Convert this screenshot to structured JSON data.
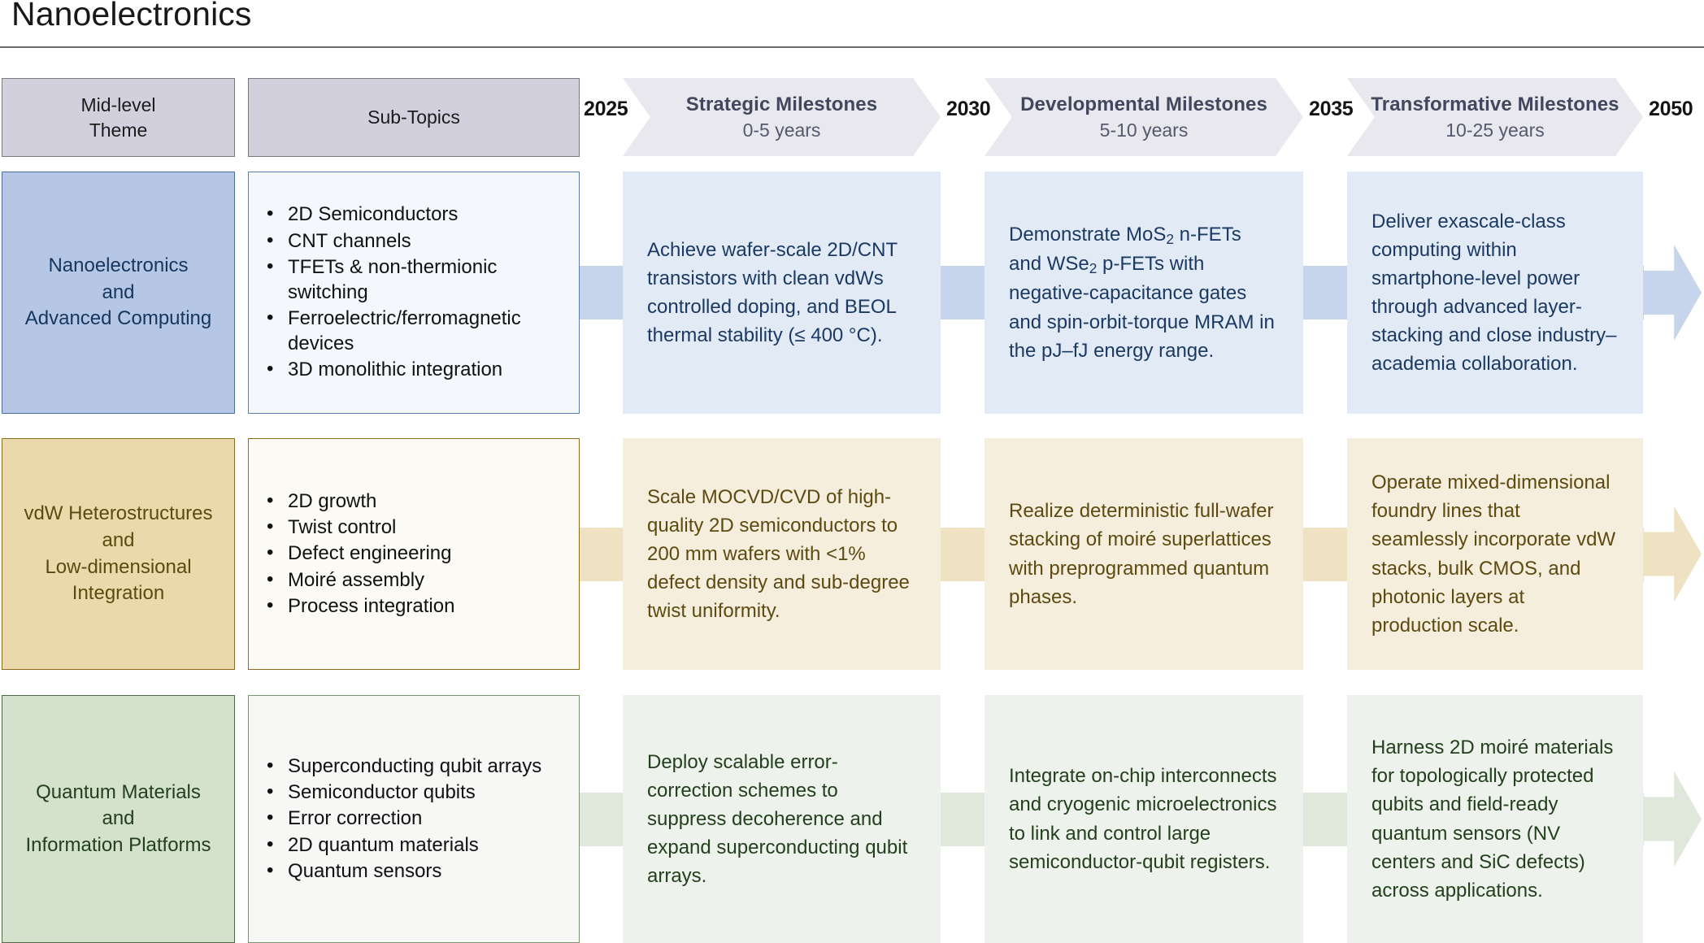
{
  "title": "Nanoelectronics",
  "header": {
    "theme_label": "Mid-level\nTheme",
    "subtopics_label": "Sub-Topics",
    "years": [
      "2025",
      "2030",
      "2035",
      "2050"
    ],
    "milestones": [
      {
        "title": "Strategic Milestones",
        "horizon": "0-5 years"
      },
      {
        "title": "Developmental Milestones",
        "horizon": "5-10 years"
      },
      {
        "title": "Transformative Milestones",
        "horizon": "10-25 years"
      }
    ]
  },
  "colors": {
    "header_fill": "#d2d0dd",
    "header_border": "#7b7b7b",
    "chevron_fill": "#e8e8ee",
    "chevron_text": "#43475e",
    "row_blue": {
      "theme_fill": "#b6c7e5",
      "theme_border": "#4a6ea8",
      "theme_text": "#15365e",
      "sub_fill": "#f4f8fc",
      "sub_border": "#5b7fb4",
      "cell_fill": "#e2eaf6",
      "cell_text": "#1b3a63",
      "band": "#c7d5ec",
      "arrow": "#c7d5ec"
    },
    "row_gold": {
      "theme_fill": "#ead9ab",
      "theme_border": "#8a6d1d",
      "theme_text": "#5c4a10",
      "sub_fill": "#fbfaf4",
      "sub_border": "#8a6d1d",
      "cell_fill": "#f6eedd",
      "cell_text": "#5c4a10",
      "band": "#efe2c2",
      "arrow": "#efe2c2"
    },
    "row_green": {
      "theme_fill": "#d4e1cd",
      "theme_border": "#4e6b45",
      "theme_text": "#23401c",
      "sub_fill": "#f7f8f6",
      "sub_border": "#7b9472",
      "cell_fill": "#eef2ec",
      "cell_text": "#23401c",
      "band": "#dfe8da",
      "arrow": "#dfe8da"
    }
  },
  "rows": [
    {
      "theme": "Nanoelectronics\nand\nAdvanced Computing",
      "subtopics": [
        "2D Semiconductors",
        "CNT channels",
        "TFETs & non-thermionic switching",
        "Ferroelectric/ferromagnetic devices",
        "3D monolithic integration"
      ],
      "cells": [
        "Achieve wafer-scale 2D/CNT transistors with clean vdWs controlled doping, and BEOL thermal stability (≤ 400 °C).",
        "Demonstrate MoS<sub>2</sub> n-FETs and WSe<sub>2</sub> p-FETs with negative-capacitance gates and spin-orbit-torque MRAM in the pJ–fJ energy range.",
        "Deliver exascale-class computing within smartphone-level power through advanced layer-stacking and close industry–academia collaboration."
      ]
    },
    {
      "theme": "vdW Heterostructures\nand\nLow-dimensional\nIntegration",
      "subtopics": [
        "2D growth",
        "Twist control",
        "Defect engineering",
        "Moiré assembly",
        "Process integration"
      ],
      "cells": [
        "Scale MOCVD/CVD of high-quality 2D semiconductors to 200 mm wafers with <1% defect density and sub-degree twist uniformity.",
        "Realize deterministic full-wafer stacking of moiré superlattices with preprogrammed quantum phases.",
        "Operate mixed-dimensional foundry lines that seamlessly incorporate vdW stacks, bulk CMOS, and photonic layers at production scale."
      ]
    },
    {
      "theme": "Quantum Materials\nand\nInformation Platforms",
      "subtopics": [
        "Superconducting qubit arrays",
        "Semiconductor qubits",
        "Error correction",
        "2D quantum materials",
        "Quantum sensors"
      ],
      "cells": [
        "Deploy scalable error-correction schemes to suppress decoherence and expand superconducting qubit arrays.",
        "Integrate on-chip interconnects and cryogenic microelectronics to link and control large semiconductor-qubit registers.",
        "Harness 2D moiré materials for topologically protected qubits and field-ready quantum sensors (NV centers and SiC defects) across applications."
      ]
    }
  ]
}
